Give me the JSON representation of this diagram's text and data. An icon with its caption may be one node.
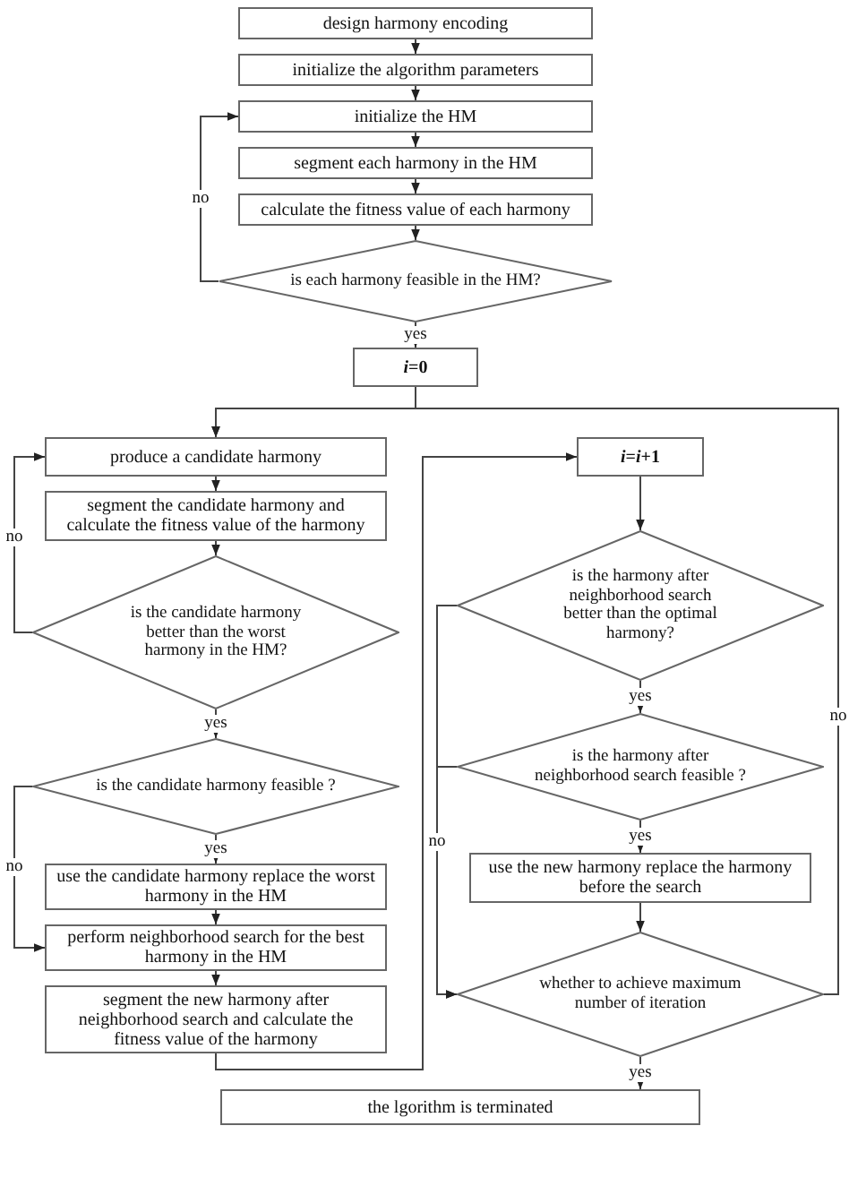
{
  "diagram": {
    "nodes": [
      {
        "text": [
          "design harmony encoding"
        ]
      },
      {
        "text": [
          "initialize the algorithm parameters"
        ]
      },
      {
        "text": [
          "initialize the HM"
        ]
      },
      {
        "text": [
          "segment each harmony in the HM"
        ]
      },
      {
        "text": [
          "calculate the fitness value of each harmony"
        ]
      },
      {
        "text": [
          "is each harmony feasible in the HM?"
        ]
      },
      {
        "text": [
          "*i*=0"
        ]
      },
      {
        "text": [
          "produce a candidate harmony"
        ]
      },
      {
        "text": [
          "segment the candidate harmony and calculate the fitness value of the harmony"
        ]
      },
      {
        "text": [
          "is the candidate harmony better than the worst harmony in the HM?"
        ]
      },
      {
        "text": [
          "is the candidate harmony feasible ?"
        ]
      },
      {
        "text": [
          "use the candidate harmony replace the worst harmony in the HM"
        ]
      },
      {
        "text": [
          "perform neighborhood search for the best harmony in the HM"
        ]
      },
      {
        "text": [
          "segment the new harmony after neighborhood search and calculate the fitness value of the harmony"
        ]
      },
      {
        "text": [
          "*i*=*i*+1"
        ]
      },
      {
        "text": [
          "is the harmony after neighborhood search better than the optimal harmony?"
        ]
      },
      {
        "text": [
          "is the harmony after neighborhood search feasible ?"
        ]
      },
      {
        "text": [
          "use the new harmony replace the harmony before the search"
        ]
      },
      {
        "text": [
          "whether to achieve maximum number of iteration"
        ]
      },
      {
        "text": [
          "the lgorithm is terminated"
        ]
      }
    ],
    "edges": [
      {
        "from": 0,
        "to": 1,
        "arrow": "to"
      },
      {
        "from": 1,
        "to": 2,
        "arrow": "to"
      },
      {
        "from": 2,
        "to": 3,
        "arrow": "to"
      },
      {
        "from": 3,
        "to": 4,
        "arrow": "to"
      },
      {
        "from": 4,
        "to": 5,
        "arrow": "to"
      },
      {
        "from": 5,
        "to": 2,
        "arrow": "to",
        "label": "no"
      },
      {
        "from": 5,
        "to": 6,
        "arrow": "to",
        "label": "yes"
      },
      {
        "from": 6,
        "to": 7,
        "arrow": "to"
      },
      {
        "from": 7,
        "to": 8,
        "arrow": "to"
      },
      {
        "from": 8,
        "to": 9,
        "arrow": "to"
      },
      {
        "from": 9,
        "to": 7,
        "arrow": "to",
        "label": "no"
      },
      {
        "from": 9,
        "to": 10,
        "arrow": "to",
        "label": "yes"
      },
      {
        "from": 10,
        "to": 11,
        "arrow": "to",
        "label": "yes"
      },
      {
        "from": 10,
        "to": 12,
        "arrow": "to",
        "label": "no"
      },
      {
        "from": 11,
        "to": 12,
        "arrow": "to"
      },
      {
        "from": 12,
        "to": 13,
        "arrow": "to"
      },
      {
        "from": 13,
        "to": 14,
        "arrow": "to"
      },
      {
        "from": 14,
        "to": 15,
        "arrow": "to"
      },
      {
        "from": 15,
        "to": 16,
        "arrow": "to",
        "label": "yes"
      },
      {
        "from": 15,
        "to": 18,
        "arrow": "to",
        "label": "no"
      },
      {
        "from": 16,
        "to": 18,
        "arrow": "to"
      },
      {
        "from": 16,
        "to": 17,
        "arrow": "to",
        "label": "yes"
      },
      {
        "from": 17,
        "to": 18,
        "arrow": "to"
      },
      {
        "from": 18,
        "to": 7,
        "arrow": "to",
        "label": "no"
      },
      {
        "from": 18,
        "to": 19,
        "arrow": "to",
        "label": "yes"
      }
    ]
  }
}
